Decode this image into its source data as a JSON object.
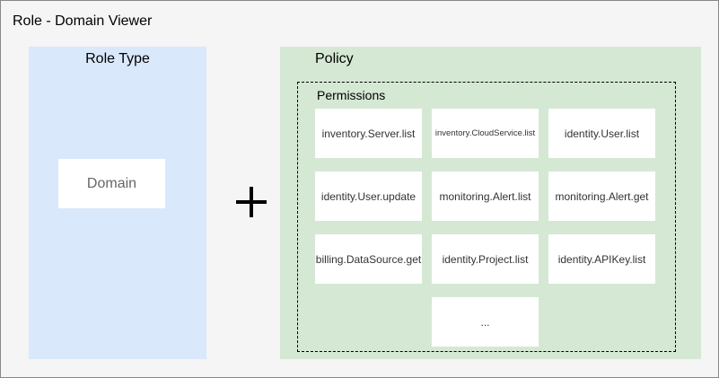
{
  "frame": {
    "title": "Role - Domain Viewer"
  },
  "role_type": {
    "title": "Role Type",
    "domain": "Domain"
  },
  "operator": "+",
  "policy": {
    "title": "Policy",
    "permissions_title": "Permissions",
    "permissions": [
      "inventory.Server.list",
      "inventory.CloudService.list",
      "identity.User.list",
      "identity.User.update",
      "monitoring.Alert.list",
      "monitoring.Alert.get",
      "billing.DataSource.get",
      "identity.Project.list",
      "identity.APIKey.list",
      "..."
    ]
  },
  "colors": {
    "role_panel": "#dae8fc",
    "policy_panel": "#d5e8d4",
    "frame_background": "#f5f5f5",
    "item_background": "#ffffff"
  }
}
